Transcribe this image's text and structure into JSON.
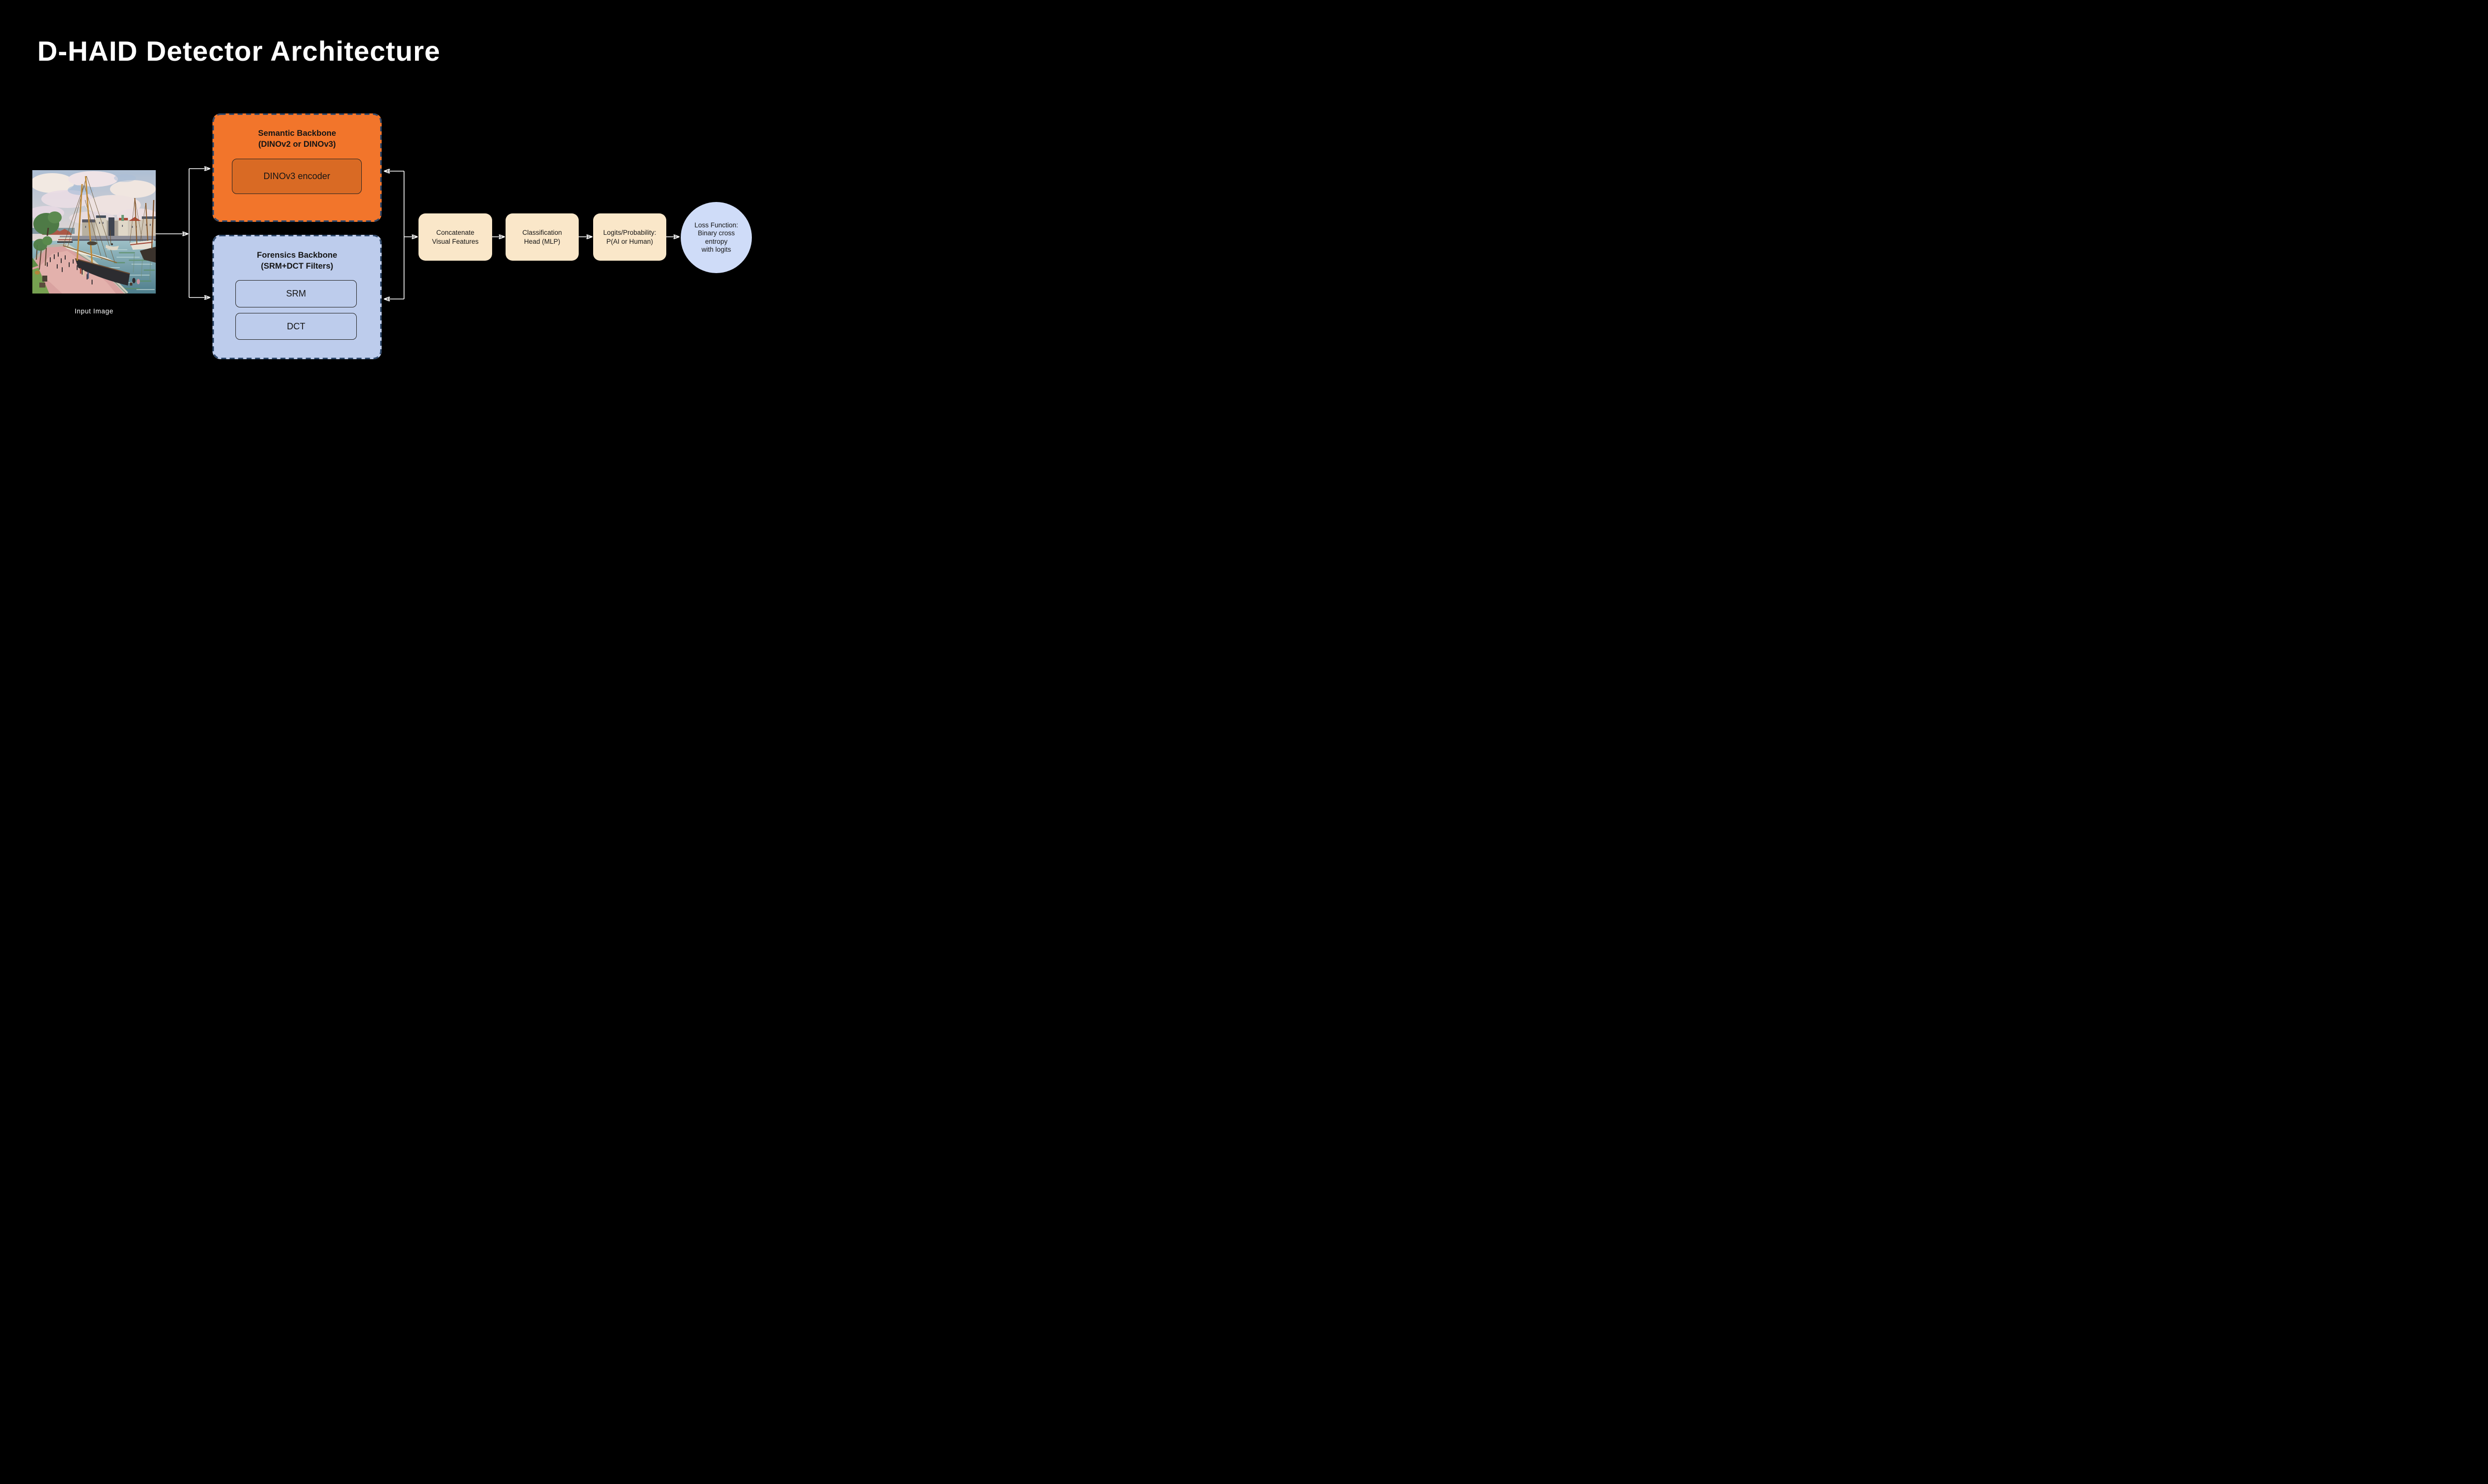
{
  "title": "D-HAID Detector Architecture",
  "input_image": {
    "label": "Input Image",
    "depicts": "impressionist-harbor-painting"
  },
  "semantic_backbone": {
    "title": "Semantic Backbone",
    "subtitle": "(DINOv2 or DINOv3)",
    "encoder_label": "DINOv3 encoder"
  },
  "forensics_backbone": {
    "title": "Forensics Backbone",
    "subtitle": "(SRM+DCT Filters)",
    "filters": [
      "SRM",
      "DCT"
    ]
  },
  "pipeline": {
    "concatenate": {
      "line1": "Concatenate",
      "line2": "Visual Features"
    },
    "classification": {
      "line1": "Classification",
      "line2": "Head (MLP)"
    },
    "logits": {
      "line1": "Logits/Probability:",
      "line2": "P(AI or Human)"
    }
  },
  "loss_node": {
    "line1": "Loss Function:",
    "line2": "Binary cross",
    "line3": "entropy",
    "line4": "with logits"
  },
  "colors": {
    "background": "#000000",
    "semantic_fill": "#F2752B",
    "encoder_fill": "#D96A24",
    "forensics_fill": "#BDCCEC",
    "dashed_border": "#2E486B",
    "process_fill": "#FAE7C9",
    "loss_fill": "#CFDCF8",
    "arrow": "#FFFFFF",
    "text_dark": "#151515",
    "text_light": "#FFFFFF"
  }
}
